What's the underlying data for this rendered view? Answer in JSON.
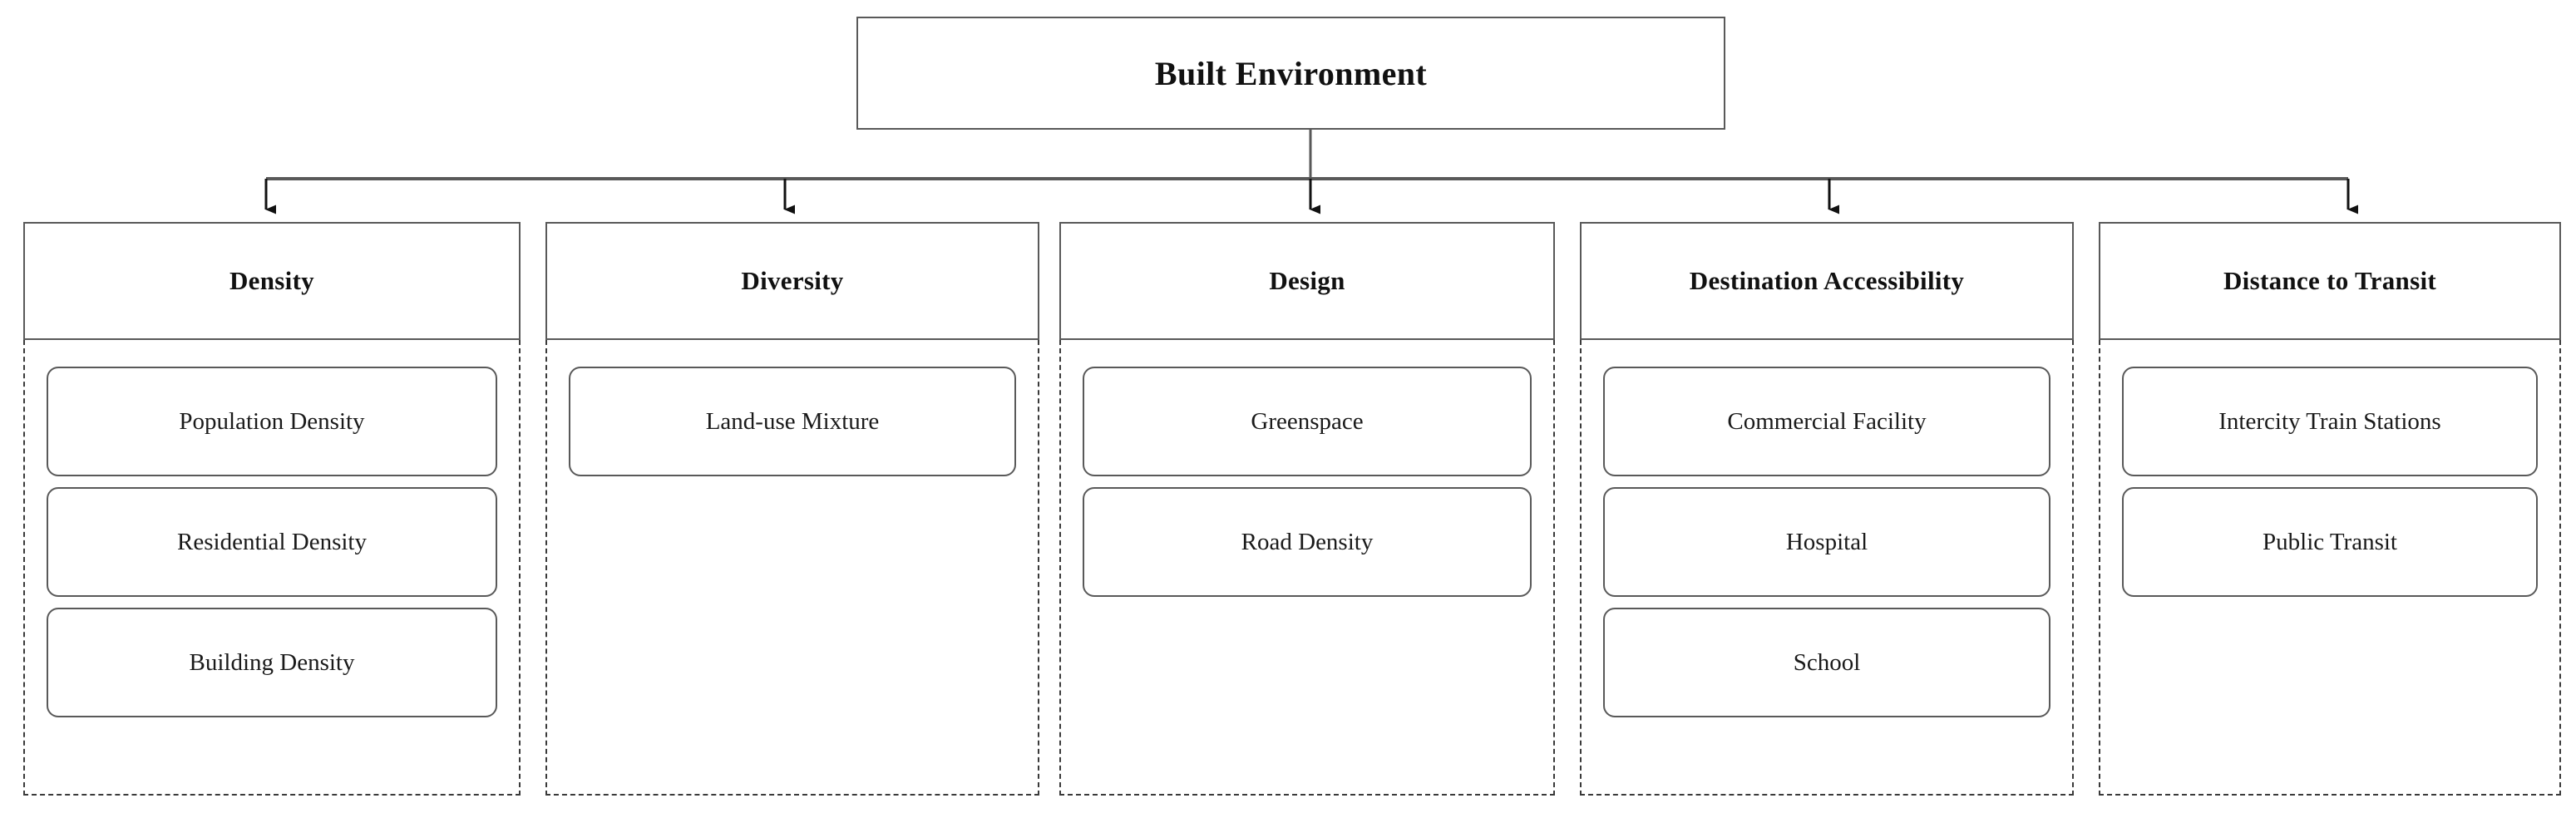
{
  "diagram": {
    "title": "Built Environment",
    "root": {
      "label": "Built Environment"
    },
    "colors": {
      "box_border": "#595959",
      "dashed_border": "#3a3a3a",
      "connector": "#595959",
      "arrow": "#111111",
      "text": "#111111",
      "background": "#ffffff"
    },
    "categories": [
      {
        "label": "Density",
        "items": [
          {
            "label": "Population Density"
          },
          {
            "label": "Residential  Density"
          },
          {
            "label": "Building  Density"
          }
        ]
      },
      {
        "label": "Diversity",
        "items": [
          {
            "label": "Land-use Mixture"
          }
        ]
      },
      {
        "label": "Design",
        "items": [
          {
            "label": "Greenspace"
          },
          {
            "label": "Road Density"
          }
        ]
      },
      {
        "label": "Destination Accessibility",
        "items": [
          {
            "label": "Commercial Facility"
          },
          {
            "label": "Hospital"
          },
          {
            "label": "School"
          }
        ]
      },
      {
        "label": "Distance to Transit",
        "items": [
          {
            "label": "Intercity Train Stations"
          },
          {
            "label": "Public Transit"
          }
        ]
      }
    ]
  }
}
